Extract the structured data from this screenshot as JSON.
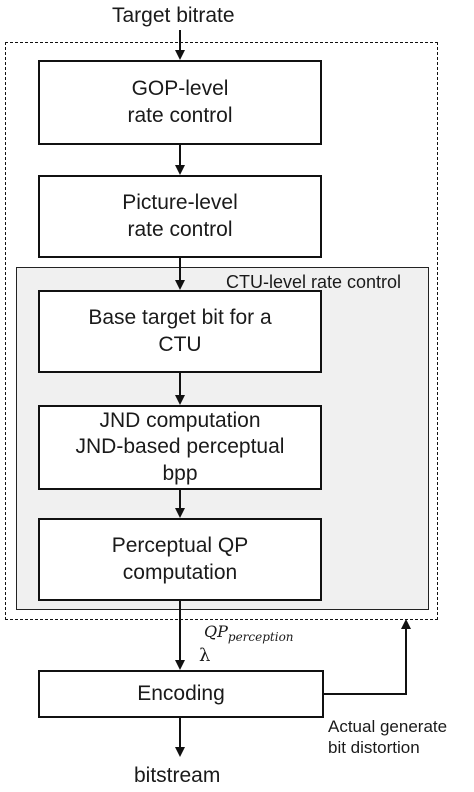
{
  "input_label": "Target bitrate",
  "output_label": "bitstream",
  "ctu_region_label": "CTU-level rate control",
  "blocks": {
    "gop": "GOP-level\nrate control",
    "picture": "Picture-level\nrate control",
    "base_target": "Base target bit for a\nCTU",
    "jnd": "JND computation\nJND-based perceptual\nbpp",
    "perceptual_qp": "Perceptual QP\ncomputation",
    "encoding": "Encoding"
  },
  "edge_labels": {
    "qp_main": "QP",
    "qp_sub": "perception",
    "lambda": "λ",
    "feedback": "Actual generate\nbit distortion"
  }
}
